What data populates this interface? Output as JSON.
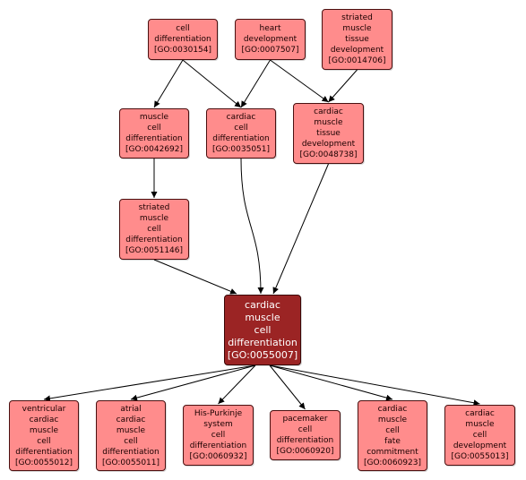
{
  "nodes": [
    {
      "id": "n_0030154",
      "lines": [
        "cell",
        "differentiation",
        "[GO:0030154]"
      ]
    },
    {
      "id": "n_0007507",
      "lines": [
        "heart",
        "development",
        "[GO:0007507]"
      ]
    },
    {
      "id": "n_0014706",
      "lines": [
        "striated",
        "muscle",
        "tissue",
        "development",
        "[GO:0014706]"
      ]
    },
    {
      "id": "n_0042692",
      "lines": [
        "muscle",
        "cell",
        "differentiation",
        "[GO:0042692]"
      ]
    },
    {
      "id": "n_0035051",
      "lines": [
        "cardiac",
        "cell",
        "differentiation",
        "[GO:0035051]"
      ]
    },
    {
      "id": "n_0048738",
      "lines": [
        "cardiac",
        "muscle",
        "tissue",
        "development",
        "[GO:0048738]"
      ]
    },
    {
      "id": "n_0051146",
      "lines": [
        "striated",
        "muscle",
        "cell",
        "differentiation",
        "[GO:0051146]"
      ]
    },
    {
      "id": "n_0055007",
      "lines": [
        "cardiac",
        "muscle",
        "cell",
        "differentiation",
        "[GO:0055007]"
      ],
      "focus": true
    },
    {
      "id": "n_0055012",
      "lines": [
        "ventricular",
        "cardiac",
        "muscle",
        "cell",
        "differentiation",
        "[GO:0055012]"
      ]
    },
    {
      "id": "n_0055011",
      "lines": [
        "atrial",
        "cardiac",
        "muscle",
        "cell",
        "differentiation",
        "[GO:0055011]"
      ]
    },
    {
      "id": "n_0060932",
      "lines": [
        "His-Purkinje",
        "system",
        "cell",
        "differentiation",
        "[GO:0060932]"
      ]
    },
    {
      "id": "n_0060920",
      "lines": [
        "pacemaker",
        "cell",
        "differentiation",
        "[GO:0060920]"
      ]
    },
    {
      "id": "n_0060923",
      "lines": [
        "cardiac",
        "muscle",
        "cell",
        "fate",
        "commitment",
        "[GO:0060923]"
      ]
    },
    {
      "id": "n_0055013",
      "lines": [
        "cardiac",
        "muscle",
        "cell",
        "development",
        "[GO:0055013]"
      ]
    }
  ],
  "edges": [
    {
      "from": "n_0030154",
      "to": "n_0042692"
    },
    {
      "from": "n_0030154",
      "to": "n_0035051"
    },
    {
      "from": "n_0007507",
      "to": "n_0035051"
    },
    {
      "from": "n_0007507",
      "to": "n_0048738"
    },
    {
      "from": "n_0014706",
      "to": "n_0048738"
    },
    {
      "from": "n_0042692",
      "to": "n_0051146"
    },
    {
      "from": "n_0051146",
      "to": "n_0055007"
    },
    {
      "from": "n_0035051",
      "to": "n_0055007"
    },
    {
      "from": "n_0048738",
      "to": "n_0055007"
    },
    {
      "from": "n_0055007",
      "to": "n_0055012"
    },
    {
      "from": "n_0055007",
      "to": "n_0055011"
    },
    {
      "from": "n_0055007",
      "to": "n_0060932"
    },
    {
      "from": "n_0055007",
      "to": "n_0060920"
    },
    {
      "from": "n_0055007",
      "to": "n_0060923"
    },
    {
      "from": "n_0055007",
      "to": "n_0055013"
    }
  ]
}
